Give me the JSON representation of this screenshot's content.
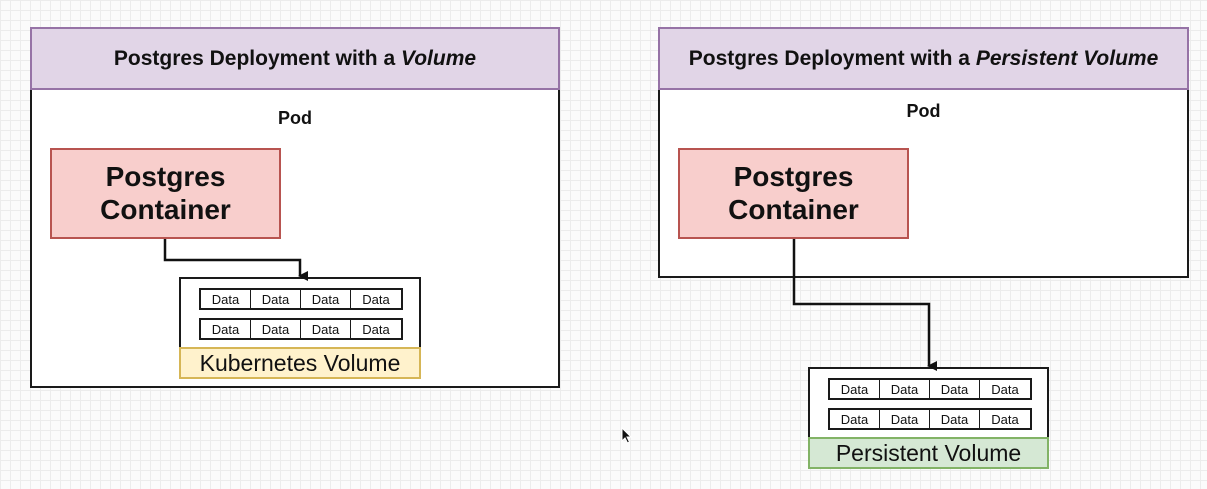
{
  "left": {
    "title_prefix": "Postgres Deployment with a ",
    "title_emphasis": "Volume",
    "pod_label": "Pod",
    "container_line1": "Postgres",
    "container_line2": "Container",
    "volume": {
      "rows": [
        [
          "Data",
          "Data",
          "Data",
          "Data"
        ],
        [
          "Data",
          "Data",
          "Data",
          "Data"
        ]
      ],
      "label": "Kubernetes Volume"
    }
  },
  "right": {
    "title_prefix": "Postgres Deployment with a ",
    "title_emphasis": "Persistent Volume",
    "pod_label": "Pod",
    "container_line1": "Postgres",
    "container_line2": "Container",
    "volume": {
      "rows": [
        [
          "Data",
          "Data",
          "Data",
          "Data"
        ],
        [
          "Data",
          "Data",
          "Data",
          "Data"
        ]
      ],
      "label": "Persistent Volume"
    }
  },
  "colors": {
    "header_fill": "#e1d5e7",
    "header_border": "#9673a6",
    "container_fill": "#f8cecc",
    "container_border": "#b85450",
    "k8s_volume_fill": "#fff2cc",
    "k8s_volume_border": "#d6b656",
    "persistent_volume_fill": "#d5e8d4",
    "persistent_volume_border": "#82b366"
  },
  "icons": {
    "cursor": "mouse-pointer-icon"
  }
}
